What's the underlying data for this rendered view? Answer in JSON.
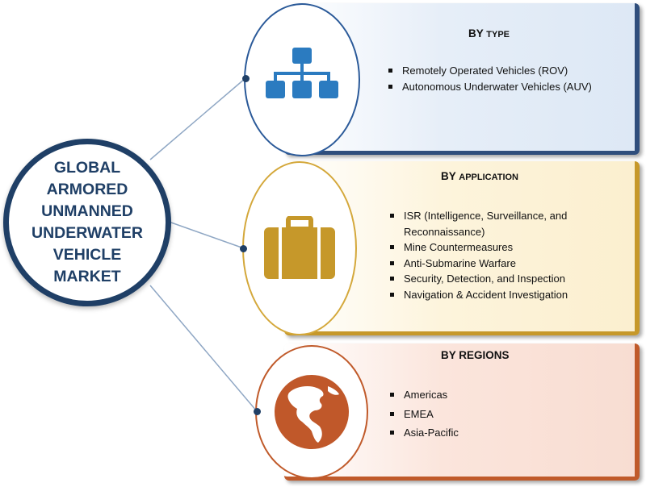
{
  "hub": {
    "title": "GLOBAL ARMORED UNMANNED UNDERWATER VEHICLE MARKET"
  },
  "segments": [
    {
      "heading_prefix": "BY ",
      "heading_main": "TYPE",
      "icon": "org-chart-icon",
      "accent_color": "#2b7bc0",
      "items": [
        "Remotely Operated Vehicles (ROV)",
        "Autonomous Underwater Vehicles (AUV)"
      ]
    },
    {
      "heading_prefix": "BY ",
      "heading_main": "APPLICATION",
      "icon": "briefcase-icon",
      "accent_color": "#c6982a",
      "items": [
        "ISR (Intelligence, Surveillance, and Reconnaissance)",
        "Mine Countermeasures",
        "Anti-Submarine Warfare",
        "Security, Detection, and Inspection",
        "Navigation & Accident Investigation"
      ]
    },
    {
      "heading_prefix": "BY ",
      "heading_main": "REGIONS",
      "icon": "globe-americas-icon",
      "accent_color": "#c0582a",
      "items": [
        "Americas",
        "EMEA",
        "Asia-Pacific"
      ]
    }
  ],
  "colors": {
    "hub_ring": "#1f3f66",
    "connector": "#8fa7c4"
  }
}
